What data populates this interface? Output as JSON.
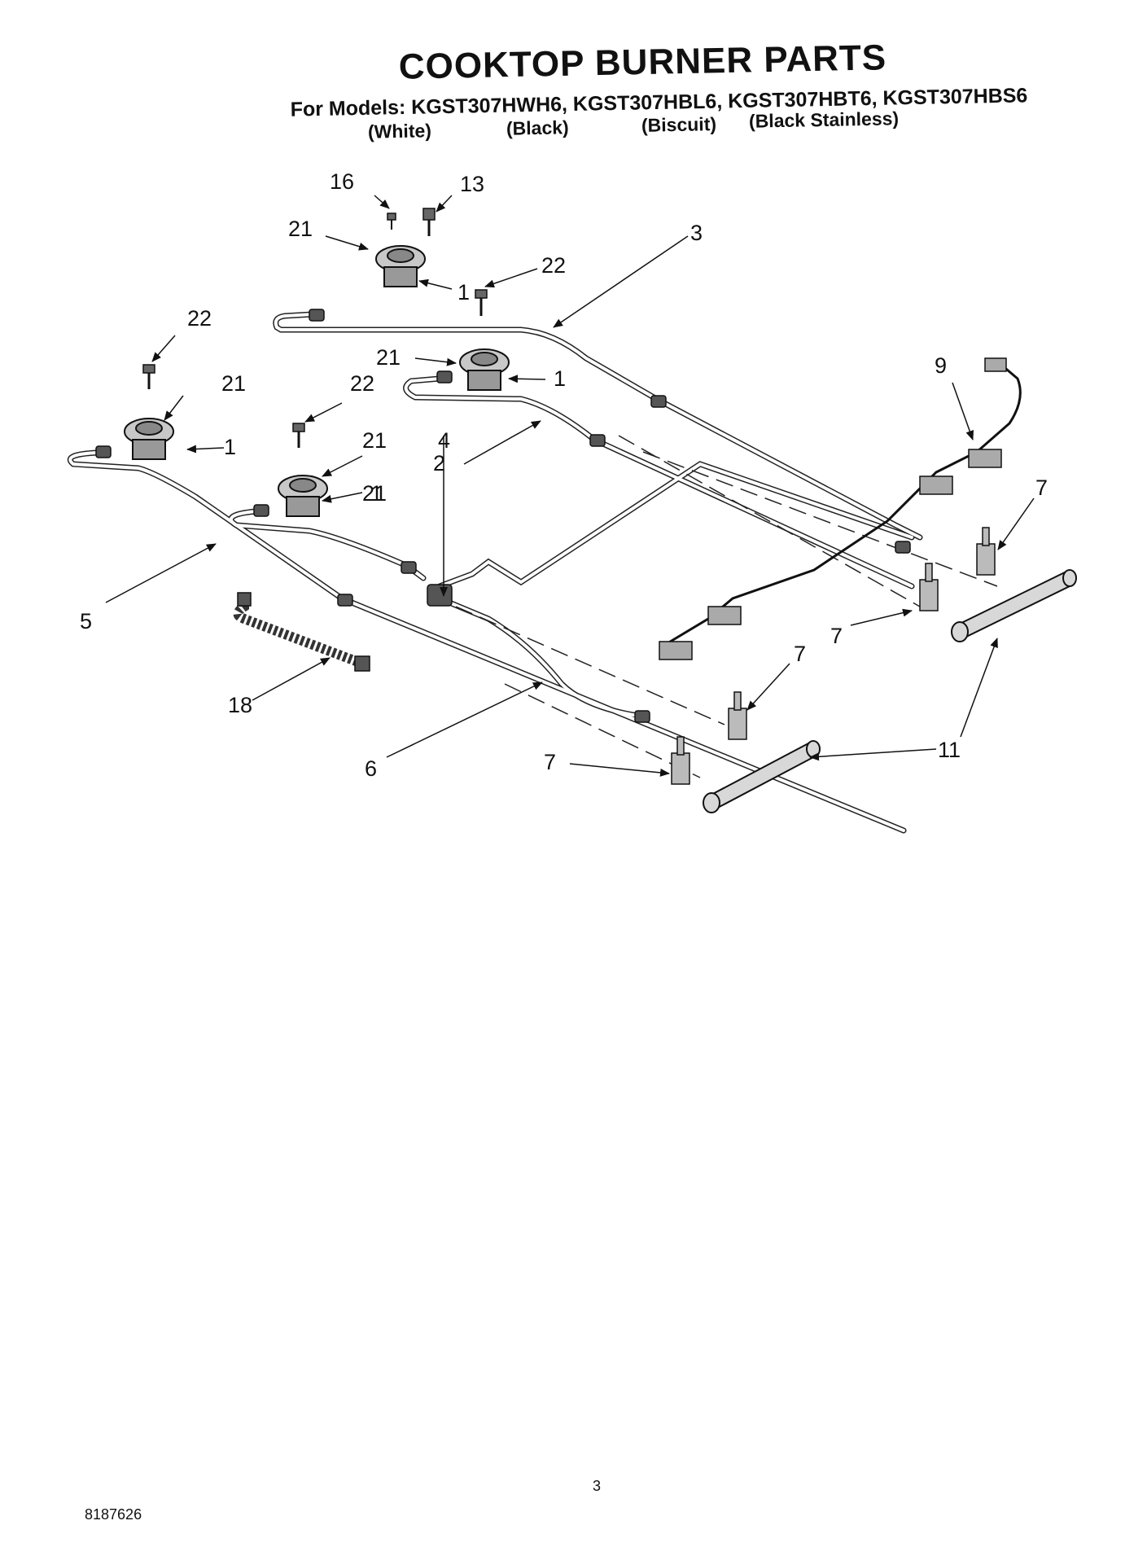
{
  "header": {
    "title": "COOKTOP BURNER PARTS",
    "models": "For Models: KGST307HWH6, KGST307HBL6, KGST307HBT6, KGST307HBS6",
    "colors": [
      "(White)",
      "(Black)",
      "(Biscuit)",
      "(Black Stainless)"
    ]
  },
  "callouts": [
    "16",
    "13",
    "21",
    "3",
    "22",
    "1",
    "22",
    "21",
    "1",
    "9",
    "21",
    "22",
    "21",
    "1",
    "21",
    "4",
    "2",
    "1",
    "7",
    "5",
    "7",
    "18",
    "7",
    "6",
    "7",
    "11"
  ],
  "footer": {
    "page_number": "3",
    "document_number": "8187626"
  }
}
